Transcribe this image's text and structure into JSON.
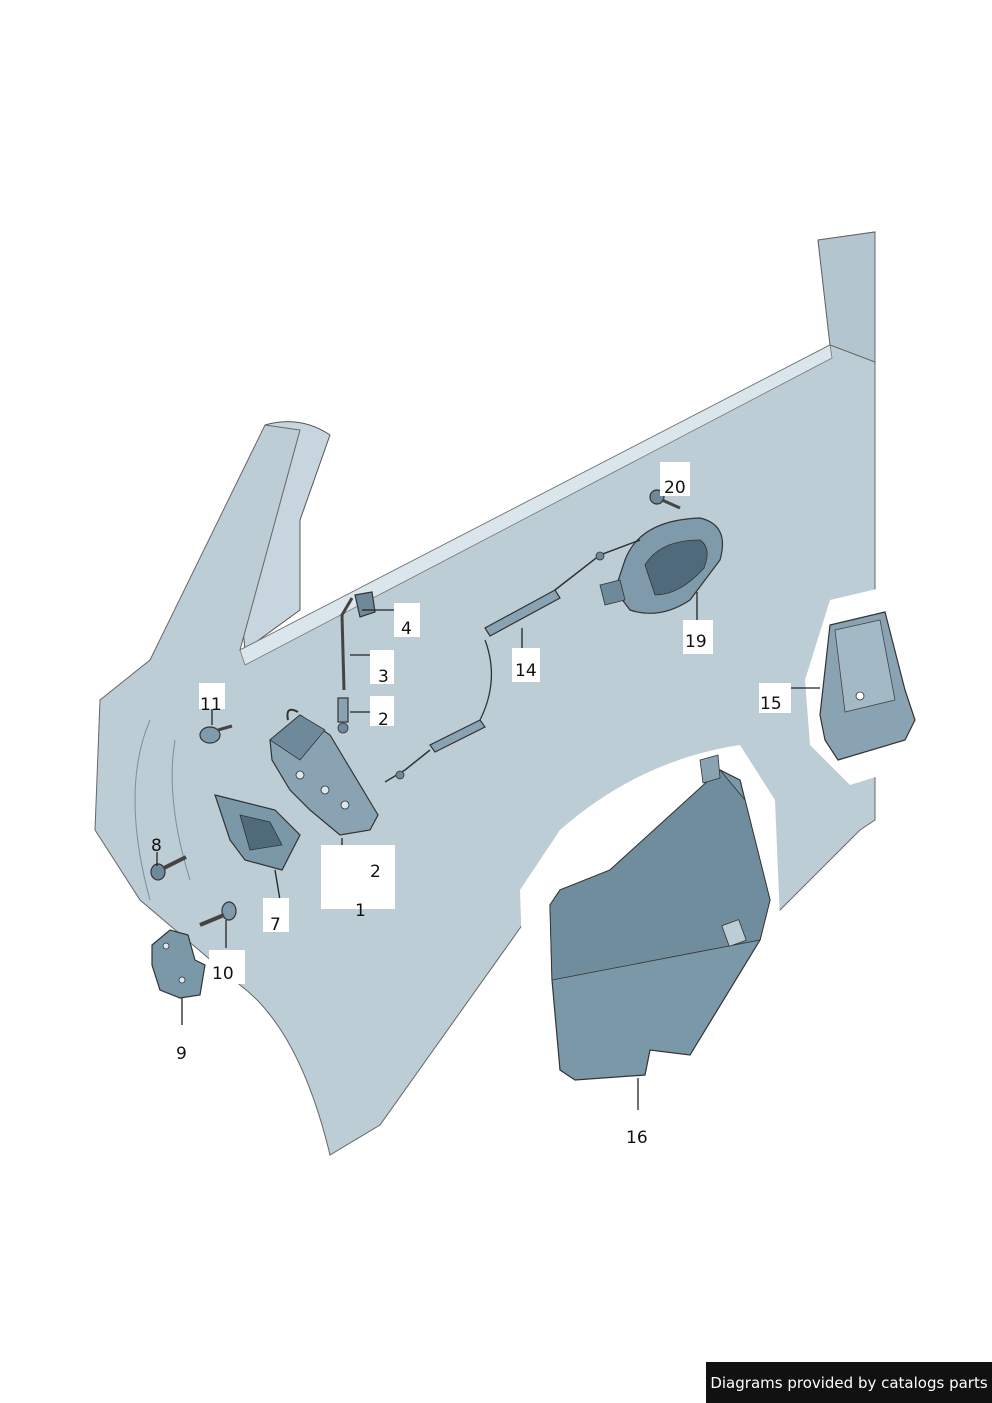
{
  "diagram": {
    "colors": {
      "door_panel": "#bccdd6",
      "door_shadow": "#a9bec9",
      "part_dark": "#6e8a9a",
      "part_mid": "#8aa3b2",
      "label_bg": "#ffffff"
    },
    "callouts": [
      {
        "id": "c1",
        "label": "1"
      },
      {
        "id": "c2a",
        "label": "2"
      },
      {
        "id": "c2b",
        "label": "2"
      },
      {
        "id": "c3",
        "label": "3"
      },
      {
        "id": "c4",
        "label": "4"
      },
      {
        "id": "c7",
        "label": "7"
      },
      {
        "id": "c8",
        "label": "8"
      },
      {
        "id": "c9",
        "label": "9"
      },
      {
        "id": "c10",
        "label": "10"
      },
      {
        "id": "c11",
        "label": "11"
      },
      {
        "id": "c14",
        "label": "14"
      },
      {
        "id": "c15",
        "label": "15"
      },
      {
        "id": "c16",
        "label": "16"
      },
      {
        "id": "c19",
        "label": "19"
      },
      {
        "id": "c20",
        "label": "20"
      }
    ]
  },
  "footer": {
    "credit_text": "Diagrams provided by catalogs parts"
  }
}
